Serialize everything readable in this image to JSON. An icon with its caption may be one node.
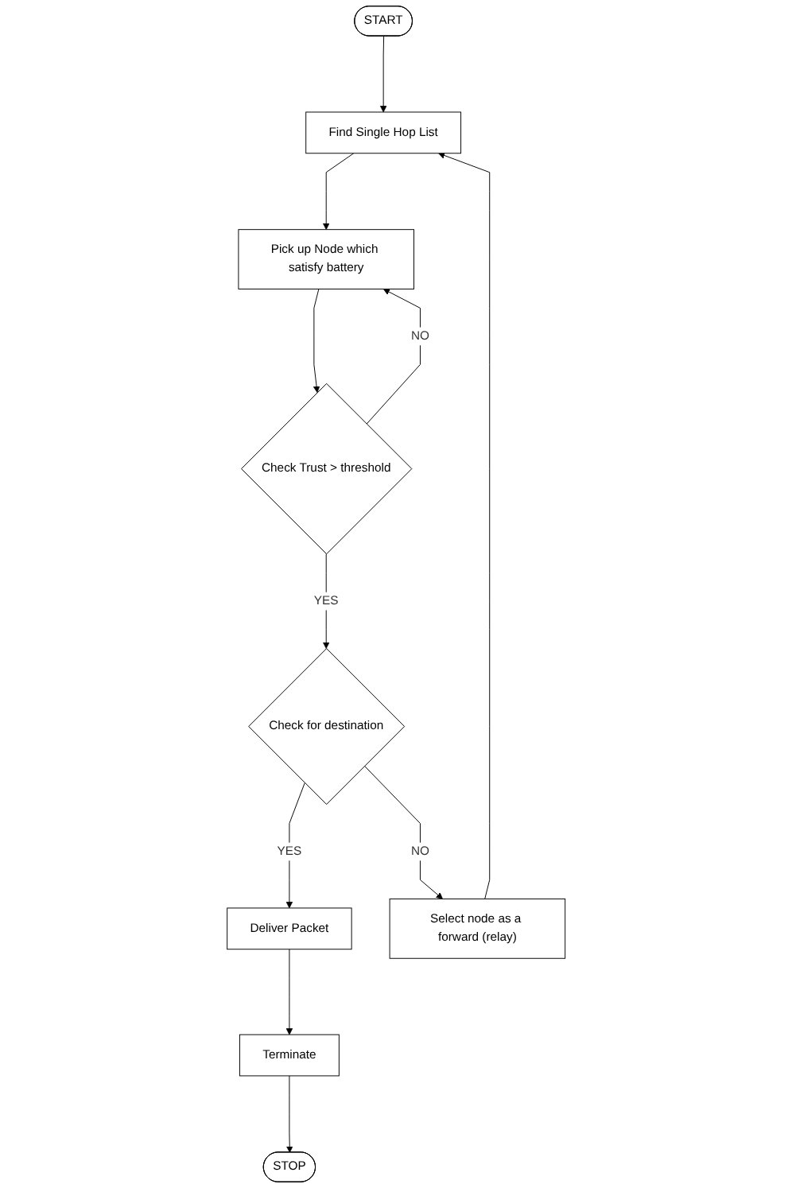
{
  "diagram": {
    "nodes": [
      {
        "text": [
          "START"
        ]
      },
      {
        "text": [
          "Find Single Hop List"
        ]
      },
      {
        "text": [
          "Pick up Node which satisfy battery"
        ]
      },
      {
        "text": [
          "Check Trust > threshold"
        ]
      },
      {
        "text": [
          "Check for destination"
        ]
      },
      {
        "text": [
          "Deliver Packet"
        ]
      },
      {
        "text": [
          "Terminate"
        ]
      },
      {
        "text": [
          "Select node as a forward (relay)"
        ]
      },
      {
        "text": [
          "STOP"
        ]
      }
    ],
    "edges": [
      {
        "from": 0,
        "to": 1,
        "arrow": "to"
      },
      {
        "from": 1,
        "to": 2,
        "arrow": "to"
      },
      {
        "from": 2,
        "to": 3,
        "arrow": "to"
      },
      {
        "from": 3,
        "to": 2,
        "arrow": "to",
        "label": "NO"
      },
      {
        "from": 3,
        "to": 4,
        "arrow": "to",
        "label": "YES"
      },
      {
        "from": 4,
        "to": 5,
        "arrow": "to",
        "label": "YES"
      },
      {
        "from": 4,
        "to": 7,
        "arrow": "to",
        "label": "NO"
      },
      {
        "from": 5,
        "to": 6,
        "arrow": "to"
      },
      {
        "from": 6,
        "to": 8,
        "arrow": "to"
      },
      {
        "from": 7,
        "to": 1,
        "arrow": "to"
      }
    ]
  }
}
